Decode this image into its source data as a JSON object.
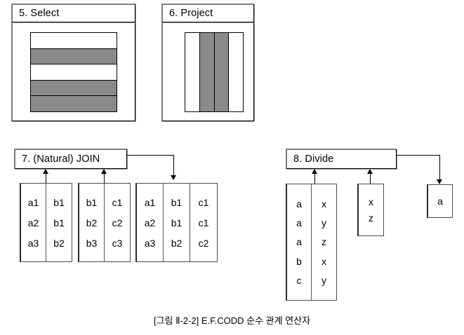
{
  "figure": {
    "caption": "[그림 Ⅱ-2-2] E.F.CODD 순수 관계 연산자",
    "colors": {
      "fill_gray": "#8a8a8a",
      "line_black": "#000000",
      "shadow_gray": "#9a9a9a",
      "background": "#ffffff"
    }
  },
  "panels": {
    "select": {
      "title": "5. Select",
      "rows": [
        "white",
        "gray",
        "white",
        "gray",
        "gray"
      ]
    },
    "project": {
      "title": "6. Project",
      "columns": [
        "white",
        "gray",
        "gray",
        "white"
      ]
    }
  },
  "join": {
    "title": "7. (Natural) JOIN",
    "operands": [
      {
        "name": "relation-r",
        "columns": [
          [
            "a1",
            "a2",
            "a3"
          ],
          [
            "b1",
            "b1",
            "b2"
          ]
        ]
      },
      {
        "name": "relation-s",
        "columns": [
          [
            "b1",
            "b2",
            "b3"
          ],
          [
            "c1",
            "c2",
            "c3"
          ]
        ]
      }
    ],
    "result": {
      "name": "relation-join-result",
      "columns": [
        [
          "a1",
          "a2",
          "a3"
        ],
        [
          "b1",
          "b1",
          "b2"
        ],
        [
          "c1",
          "c1",
          "c2"
        ]
      ]
    }
  },
  "divide": {
    "title": "8. Divide",
    "operands": [
      {
        "name": "relation-dividend",
        "columns": [
          [
            "a",
            "a",
            "a",
            "b",
            "c"
          ],
          [
            "x",
            "y",
            "z",
            "x",
            "y"
          ]
        ]
      },
      {
        "name": "relation-divisor",
        "columns": [
          [
            "x",
            "z"
          ]
        ]
      }
    ],
    "result": {
      "name": "relation-divide-result",
      "columns": [
        [
          "a"
        ]
      ]
    }
  }
}
